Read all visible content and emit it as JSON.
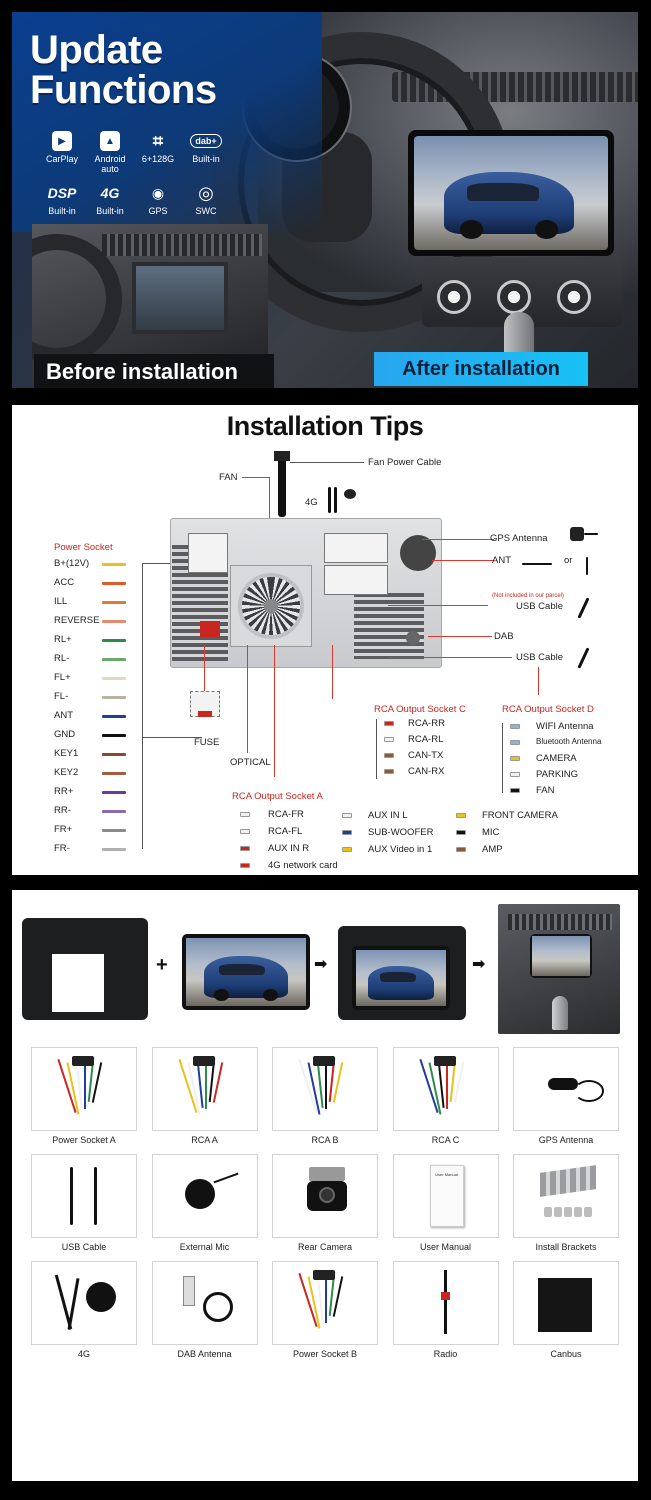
{
  "hero": {
    "title_line1": "Update",
    "title_line2": "Functions",
    "features": [
      {
        "icon": "carplay-icon",
        "glyph": "▶",
        "label": "CarPlay"
      },
      {
        "icon": "android-auto-icon",
        "glyph": "▲",
        "label": "Android auto"
      },
      {
        "icon": "chip-icon",
        "glyph": "⌗",
        "label": "6+128G"
      },
      {
        "icon": "dab-icon",
        "glyph": "dab+",
        "label": "Built-in"
      },
      {
        "icon": "dsp-icon",
        "glyph": "DSP",
        "label": "Built-in"
      },
      {
        "icon": "4g-icon",
        "glyph": "4G",
        "label": "Built-in"
      },
      {
        "icon": "gps-icon",
        "glyph": "◉",
        "label": "GPS"
      },
      {
        "icon": "swc-icon",
        "glyph": "◎",
        "label": "SWC"
      }
    ],
    "before_label": "Before installation",
    "after_label": "After installation",
    "colors": {
      "accent_blue": "#1ab4f2",
      "overlay_blue": "#0d3a78"
    }
  },
  "tips": {
    "title": "Installation Tips",
    "fan": "FAN",
    "fan_power_cable": "Fan Power Cable",
    "fourg": "4G",
    "gps_antenna": "GPS Antenna",
    "ant": "ANT",
    "or": "or",
    "not_included": "(Not included in our parcel)",
    "usb_cable_1": "USB Cable",
    "dab": "DAB",
    "usb_cable_2": "USB Cable",
    "power_socket": "Power Socket",
    "power_pins": [
      {
        "label": "B+(12V)",
        "color": "#e8c21a"
      },
      {
        "label": "ACC",
        "color": "#e05a2a"
      },
      {
        "label": "ILL",
        "color": "#e07a3a"
      },
      {
        "label": "REVERSE",
        "color": "#e58a6a"
      },
      {
        "label": "RL+",
        "color": "#2c8c4a"
      },
      {
        "label": "RL-",
        "color": "#6aa86a"
      },
      {
        "label": "FL+",
        "color": "#e0d9c2"
      },
      {
        "label": "FL-",
        "color": "#b8b2a0"
      },
      {
        "label": "ANT",
        "color": "#1f3e9a"
      },
      {
        "label": "GND",
        "color": "#111111"
      },
      {
        "label": "KEY1",
        "color": "#8a4a2a"
      },
      {
        "label": "KEY2",
        "color": "#a85a3a"
      },
      {
        "label": "RR+",
        "color": "#6a3aa0"
      },
      {
        "label": "RR-",
        "color": "#8a6ab0"
      },
      {
        "label": "FR+",
        "color": "#8a8a8a"
      },
      {
        "label": "FR-",
        "color": "#b0b0b0"
      }
    ],
    "fuse": "FUSE",
    "optical": "OPTICAL",
    "rca_c": {
      "title": "RCA Output Socket C",
      "items": [
        "RCA-RR",
        "RCA-RL",
        "CAN-TX",
        "CAN-RX"
      ]
    },
    "rca_d": {
      "title": "RCA Output Socket D",
      "items": [
        "WIFI Antenna",
        "Bluetooth Antenna",
        "CAMERA",
        "PARKING",
        "FAN"
      ]
    },
    "rca_a": {
      "title": "RCA Output Socket A",
      "items": [
        "RCA-FR",
        "RCA-FL",
        "AUX IN R",
        "4G network card"
      ]
    },
    "rca_a2": {
      "items": [
        "AUX IN L",
        "SUB-WOOFER",
        "AUX Video in 1"
      ]
    },
    "rca_a3": {
      "items": [
        "FRONT CAMERA",
        "MIC",
        "AMP"
      ]
    }
  },
  "package": {
    "ops": [
      "+",
      "➡",
      "➡"
    ],
    "items": [
      "Power Socket A",
      "RCA  A",
      "RCA  B",
      "RCA  C",
      "GPS Antenna",
      "USB Cable",
      "External Mic",
      "Rear Camera",
      "User Manual",
      "Install Brackets",
      "4G",
      "DAB Antenna",
      "Power Socket B",
      "Radio",
      "Canbus"
    ],
    "manual_text": "User Manual"
  }
}
